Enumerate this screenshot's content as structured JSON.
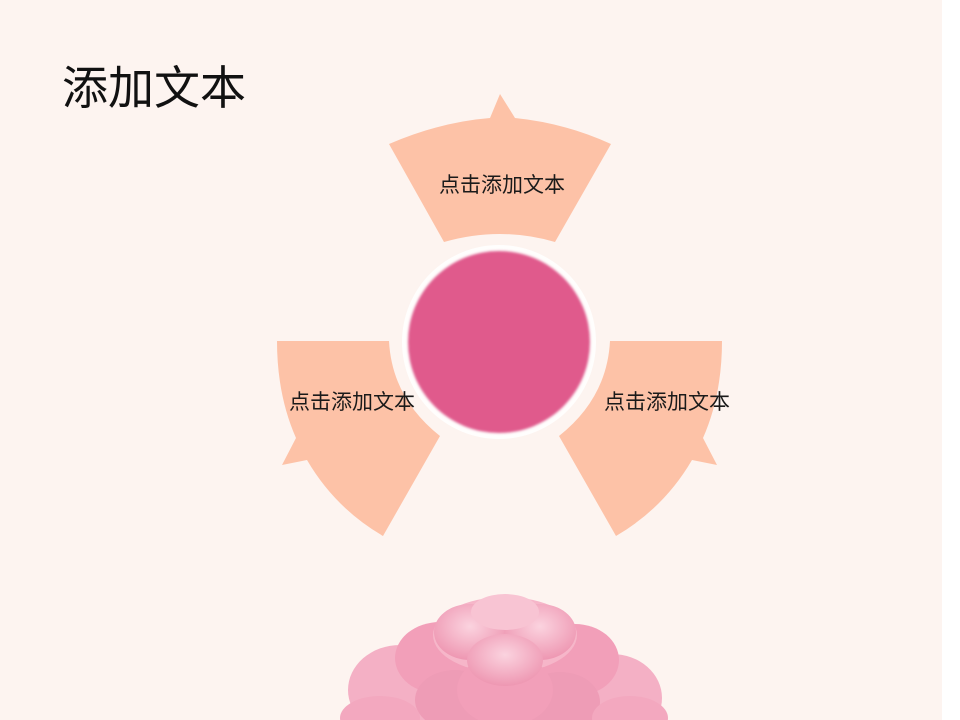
{
  "slide": {
    "title": "添加文本",
    "colors": {
      "background": "#fdf4f0",
      "segment": "#fdc2a7",
      "center": "#e05a8c",
      "flower": "#f2a3bd"
    }
  },
  "diagram": {
    "type": "three-segment cycle",
    "center_icon": "filled-circle",
    "segments": [
      {
        "label": "点击添加文本"
      },
      {
        "label": "点击添加文本"
      },
      {
        "label": "点击添加文本"
      }
    ]
  },
  "decoration": {
    "icon": "pink-flower-icon"
  }
}
